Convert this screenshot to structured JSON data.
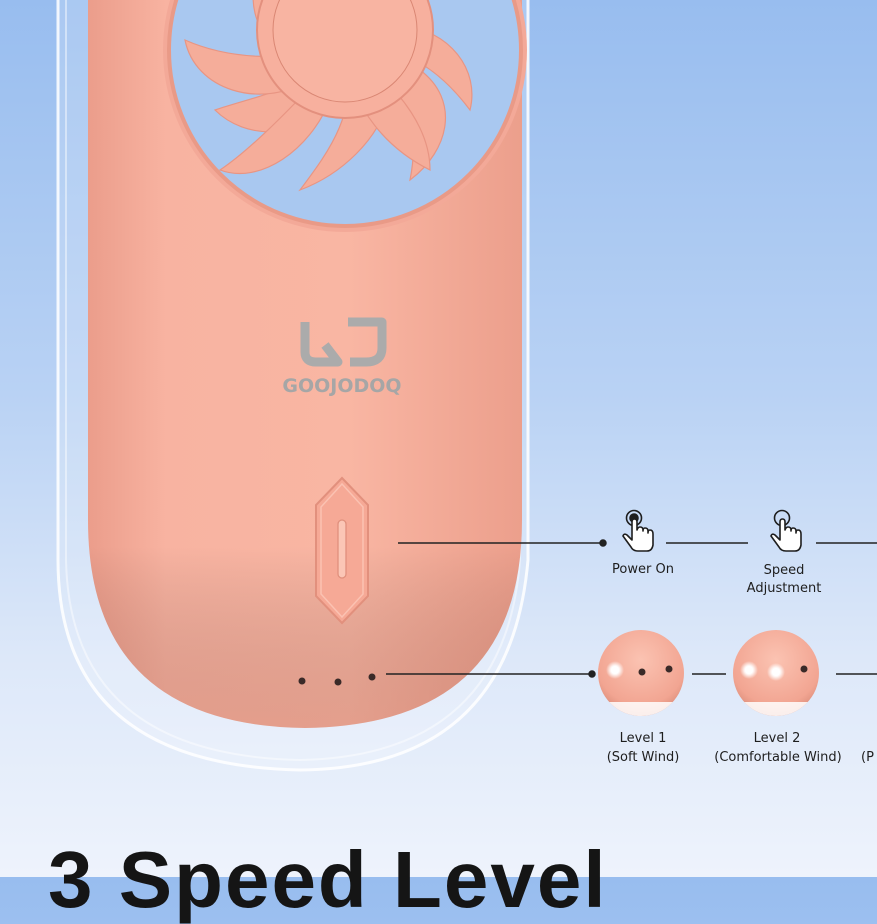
{
  "brand": {
    "logo_text": "GOOJODOQ"
  },
  "button_steps": [
    {
      "label": "Power On"
    },
    {
      "label_line1": "Speed",
      "label_line2": "Adjustment"
    }
  ],
  "levels": [
    {
      "title": "Level 1",
      "subtitle": "(Soft Wind)"
    },
    {
      "title": "Level 2",
      "subtitle": "(Comfortable Wind)"
    },
    {
      "subtitle_partial": "(P"
    }
  ],
  "headline": "3 Speed Level",
  "colors": {
    "fan_body": "#f6ab98",
    "background_top": "#98bdef",
    "background_bottom": "#eef3fc",
    "indicator_light": "#ffffff",
    "indicator_off": "#3a2a28"
  },
  "icons": [
    "power-touch-icon",
    "speed-touch-icon"
  ]
}
